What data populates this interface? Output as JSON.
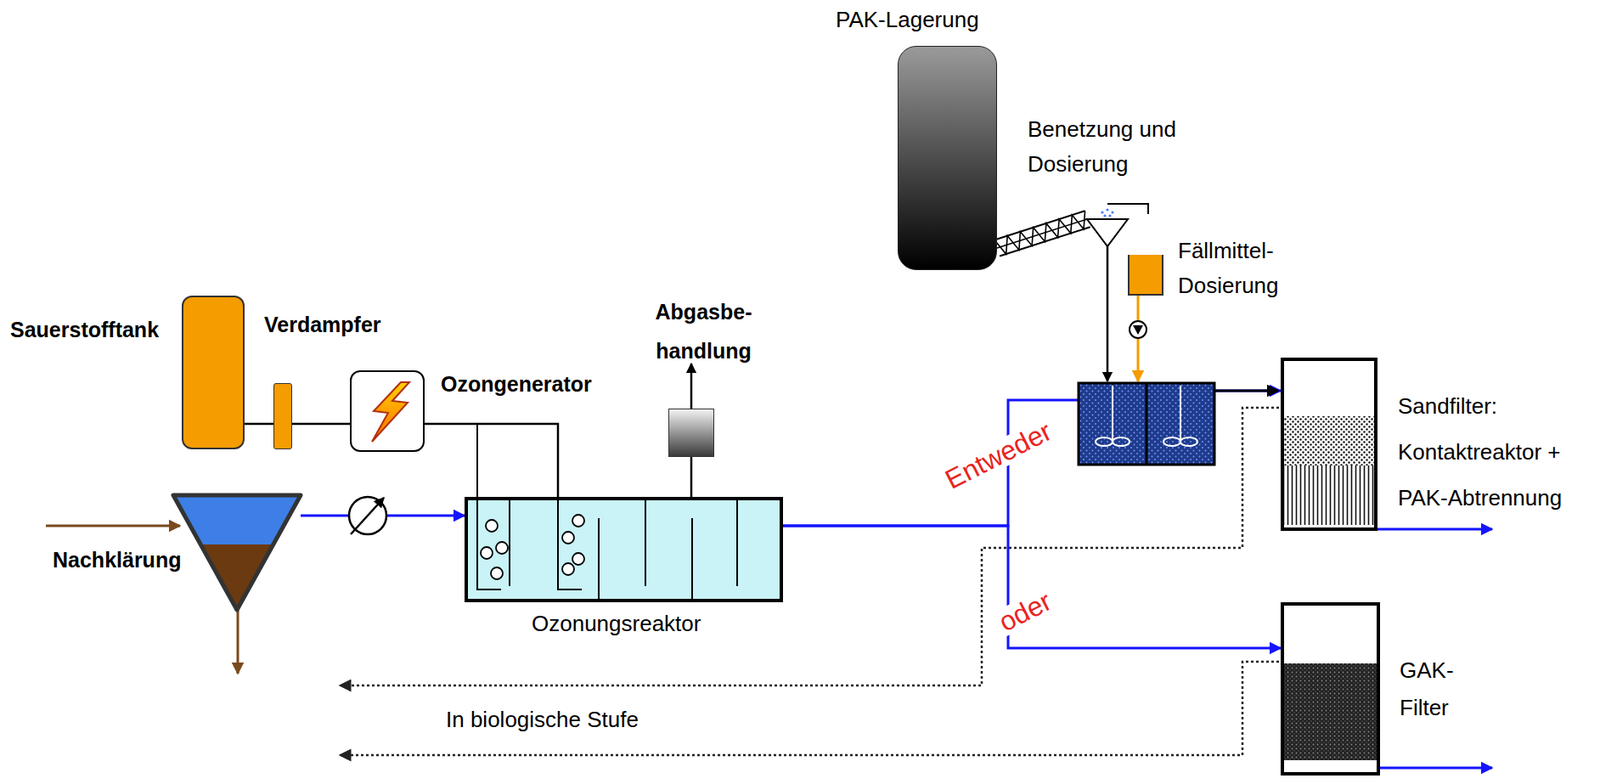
{
  "diagram": {
    "nodes": [
      {
        "text": [
          "Sauerstofftank"
        ]
      },
      {
        "text": [
          "Verdampfer"
        ]
      },
      {
        "text": [
          "Ozongenerator"
        ]
      },
      {
        "text": [
          "Nachklärung"
        ]
      },
      {
        "text": [
          "Ozonungsreaktor"
        ]
      },
      {
        "text": [
          "Abgasbe- handlung"
        ]
      },
      {
        "text": [
          "PAK-Lagerung"
        ]
      },
      {
        "text": [
          "Benetzung und Dosierung"
        ]
      },
      {
        "text": [
          "Fällmittel- Dosierung"
        ]
      },
      {
        "text": [
          "Sandfilter: Kontaktreaktor + PAK-Abtrennung"
        ]
      },
      {
        "text": [
          "GAK- Filter"
        ]
      }
    ],
    "edges": [
      {
        "from": 0,
        "to": 1,
        "arrow": "none"
      },
      {
        "from": 1,
        "to": 2,
        "arrow": "none"
      },
      {
        "from": 2,
        "to": 4,
        "arrow": "none"
      },
      {
        "from": 3,
        "to": 4,
        "arrow": "to"
      },
      {
        "from": 4,
        "to": 5,
        "arrow": "none"
      },
      {
        "from": 6,
        "to": 7,
        "arrow": "none"
      },
      {
        "from": 4,
        "to": 9,
        "label": "Entweder",
        "arrow": "to"
      },
      {
        "from": 4,
        "to": 10,
        "label": "oder",
        "arrow": "to"
      }
    ],
    "labels": [
      "In biologische Stufe"
    ]
  }
}
